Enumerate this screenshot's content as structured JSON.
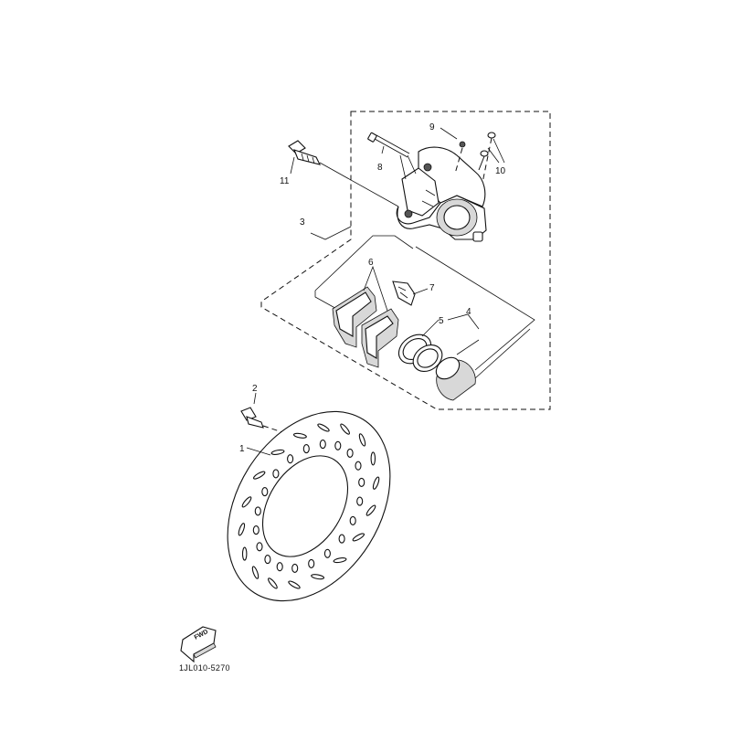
{
  "diagram": {
    "parts": [
      {
        "id": "1",
        "label": "1"
      },
      {
        "id": "2",
        "label": "2"
      },
      {
        "id": "3",
        "label": "3"
      },
      {
        "id": "4",
        "label": "4"
      },
      {
        "id": "5",
        "label": "5"
      },
      {
        "id": "6",
        "label": "6"
      },
      {
        "id": "7",
        "label": "7"
      },
      {
        "id": "8",
        "label": "8"
      },
      {
        "id": "9",
        "label": "9"
      },
      {
        "id": "10",
        "label": "10"
      },
      {
        "id": "11",
        "label": "11"
      }
    ],
    "direction_badge": "FWD",
    "figure_code": "1JL010-5270"
  }
}
